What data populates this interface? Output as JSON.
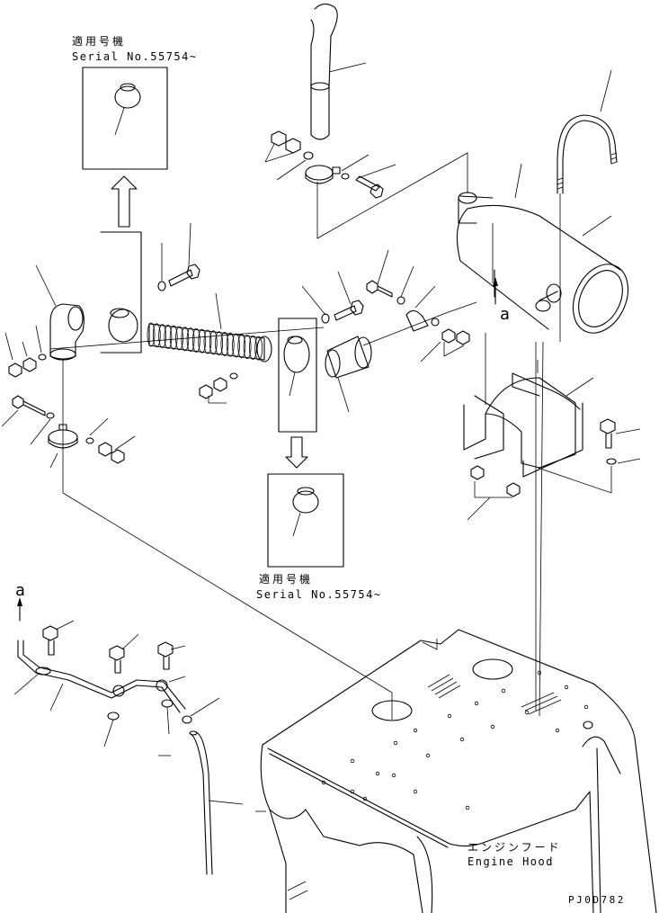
{
  "labels": {
    "serial_top_jp": "適用号機",
    "serial_top_en": "Serial No.55754~",
    "serial_mid_jp": "適用号機",
    "serial_mid_en": "Serial No.55754~",
    "arrow_ref_1": "a",
    "arrow_ref_2": "a",
    "hood_jp": "エンジンフード",
    "hood_en": "Engine Hood",
    "drawing_code": "PJ0D782"
  }
}
